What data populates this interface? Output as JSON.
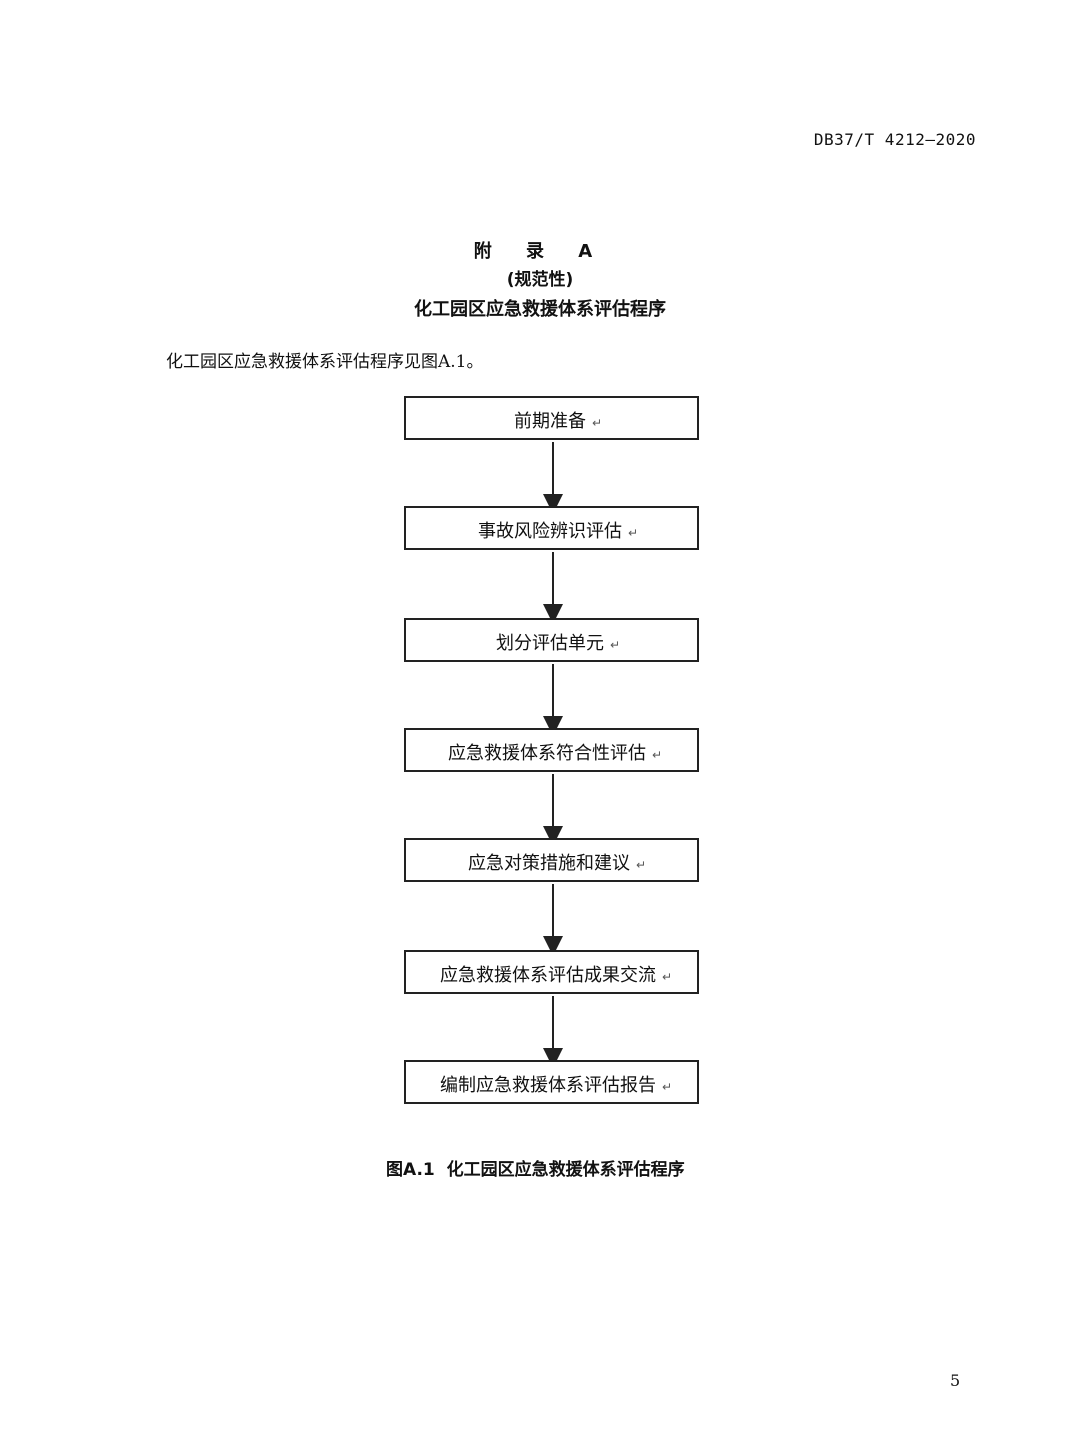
{
  "header": {
    "standard_code": "DB37/T 4212—2020"
  },
  "annex": {
    "title": "附 录 A",
    "kind": "(规范性)",
    "subject": "化工园区应急救援体系评估程序"
  },
  "intro_text": "化工园区应急救援体系评估程序见图A.1。",
  "flowchart": {
    "steps": [
      {
        "label": "前期准备",
        "mark": "↵"
      },
      {
        "label": "事故风险辨识评估",
        "mark": "↵"
      },
      {
        "label": "划分评估单元",
        "mark": "↵"
      },
      {
        "label": "应急救援体系符合性评估",
        "mark": "↵"
      },
      {
        "label": "应急对策措施和建议",
        "mark": "↵"
      },
      {
        "label": "应急救援体系评估成果交流",
        "mark": "↵"
      },
      {
        "label": "编制应急救援体系评估报告",
        "mark": "↵"
      }
    ]
  },
  "figure_caption": "图A.1  化工园区应急救援体系评估程序",
  "page_number": "5"
}
